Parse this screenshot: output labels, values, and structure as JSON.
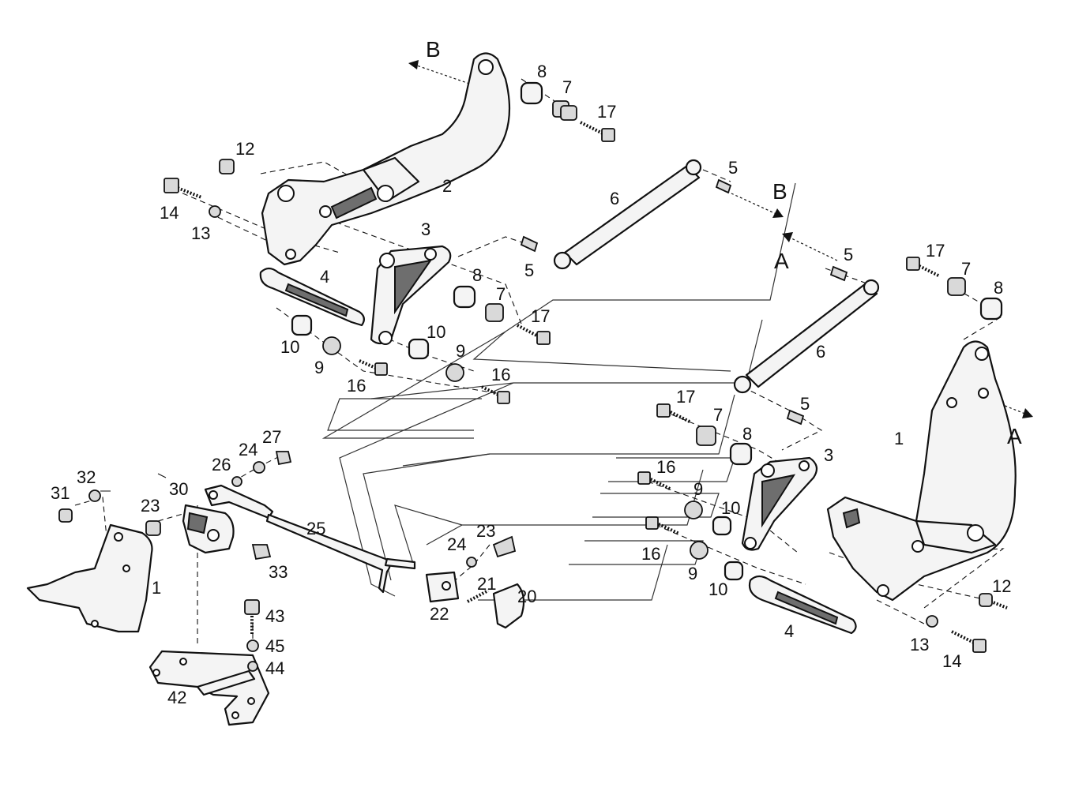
{
  "diagram": {
    "labels": {
      "l1a": "1",
      "l1b": "1",
      "l2": "2",
      "l3a": "3",
      "l3b": "3",
      "l4a": "4",
      "l4b": "4",
      "l5a": "5",
      "l5b": "5",
      "l5c": "5",
      "l5d": "5",
      "l6a": "6",
      "l6b": "6",
      "l7a": "7",
      "l7b": "7",
      "l7c": "7",
      "l7d": "7",
      "l8a": "8",
      "l8b": "8",
      "l8c": "8",
      "l8d": "8",
      "l9a": "9",
      "l9b": "9",
      "l9c": "9",
      "l9d": "9",
      "l10a": "10",
      "l10b": "10",
      "l10c": "10",
      "l10d": "10",
      "l12a": "12",
      "l12b": "12",
      "l13a": "13",
      "l13b": "13",
      "l14a": "14",
      "l14b": "14",
      "l16a": "16",
      "l16b": "16",
      "l16c": "16",
      "l16d": "16",
      "l17a": "17",
      "l17b": "17",
      "l17c": "17",
      "l17d": "17",
      "l20": "20",
      "l21": "21",
      "l22": "22",
      "l23a": "23",
      "l23b": "23",
      "l24a": "24",
      "l24b": "24",
      "l25": "25",
      "l26": "26",
      "l27": "27",
      "l30": "30",
      "l31": "31",
      "l32": "32",
      "l33": "33",
      "l42": "42",
      "l43": "43",
      "l44": "44",
      "l45": "45",
      "viewA1": "A",
      "viewA2": "A",
      "viewB1": "B",
      "viewB2": "B"
    }
  }
}
